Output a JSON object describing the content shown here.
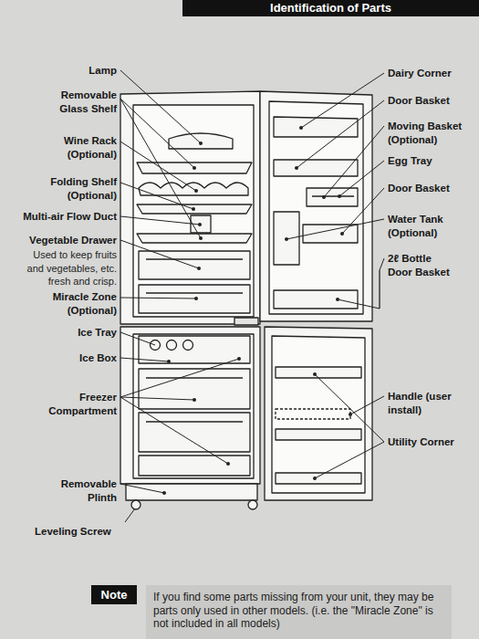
{
  "diagram": {
    "title": "Identification of Parts",
    "nodes": [
      {
        "text": [
          "Note"
        ]
      },
      {
        "text": [
          "If you find some parts missing from your unit, they may be parts only used in other models. (i.e. the \"Miracle Zone\" is not included in all models)"
        ]
      }
    ],
    "labels": [
      "Lamp",
      "Removable Glass Shelf",
      "Wine Rack (Optional)",
      "Folding Shelf (Optional)",
      "Multi-air Flow Duct",
      "Vegetable Drawer",
      "Used to keep fruits and vegetables, etc. fresh and crisp.",
      "Miracle Zone (Optional)",
      "Ice Tray",
      "Ice Box",
      "Freezer Compartment",
      "Removable Plinth",
      "Leveling Screw",
      "Dairy Corner",
      "Door Basket",
      "Moving Basket (Optional)",
      "Egg Tray",
      "Door Basket",
      "Water Tank (Optional)",
      "2ℓ Bottle Door Basket",
      "Handle (user install)",
      "Utility Corner"
    ]
  }
}
